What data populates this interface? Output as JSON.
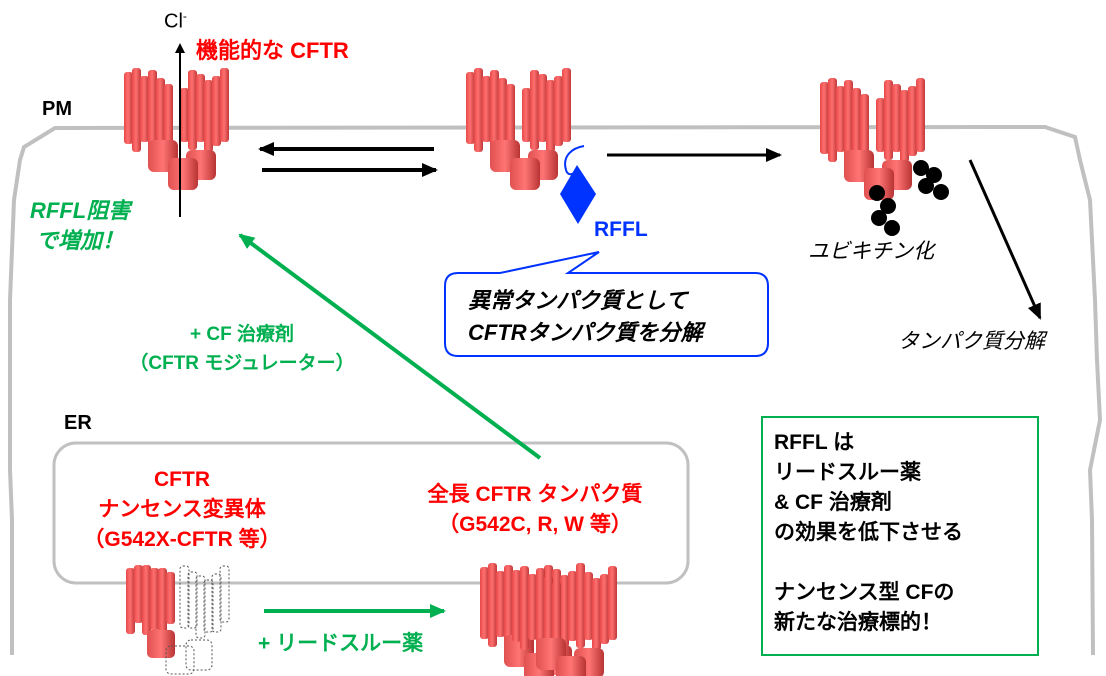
{
  "labels": {
    "chloride_ion": "Cl",
    "chloride_charge": "-",
    "functional_cftr": "機能的な CFTR",
    "plasma_membrane": "PM",
    "rffl_inhibition_line1": "RFFL阻害",
    "rffl_inhibition_line2": "で増加！",
    "rffl": "RFFL",
    "ubiquitination": "ユビキチン化",
    "protein_degradation": "タンパク質分解",
    "cf_drug_line1": "+ CF 治療剤",
    "cf_drug_line2": "（CFTR モジュレーター）",
    "er": "ER",
    "nonsense_line1": "CFTR",
    "nonsense_line2": "ナンセンス変異体",
    "nonsense_line3": "（G542X-CFTR 等）",
    "fulllength_line1": "全長 CFTR タンパク質",
    "fulllength_line2": "（G542C, R, W 等）",
    "readthrough_drug": "+ リードスルー薬"
  },
  "callout": {
    "line1": "異常タンパク質として",
    "line2": "CFTRタンパク質を分解"
  },
  "summary": {
    "lines": [
      "RFFL は",
      "リードスルー薬",
      "& CF 治療剤",
      "の効果を低下させる",
      "",
      "ナンセンス型 CFの",
      "新たな治療標的！"
    ]
  },
  "colors": {
    "protein": "#f05a5a",
    "rffl": "#0033ff",
    "drug_arrow": "#00b050",
    "highlight": "#ff0000",
    "membrane": "#c0c0c0",
    "ubiquitin": "#000000"
  }
}
